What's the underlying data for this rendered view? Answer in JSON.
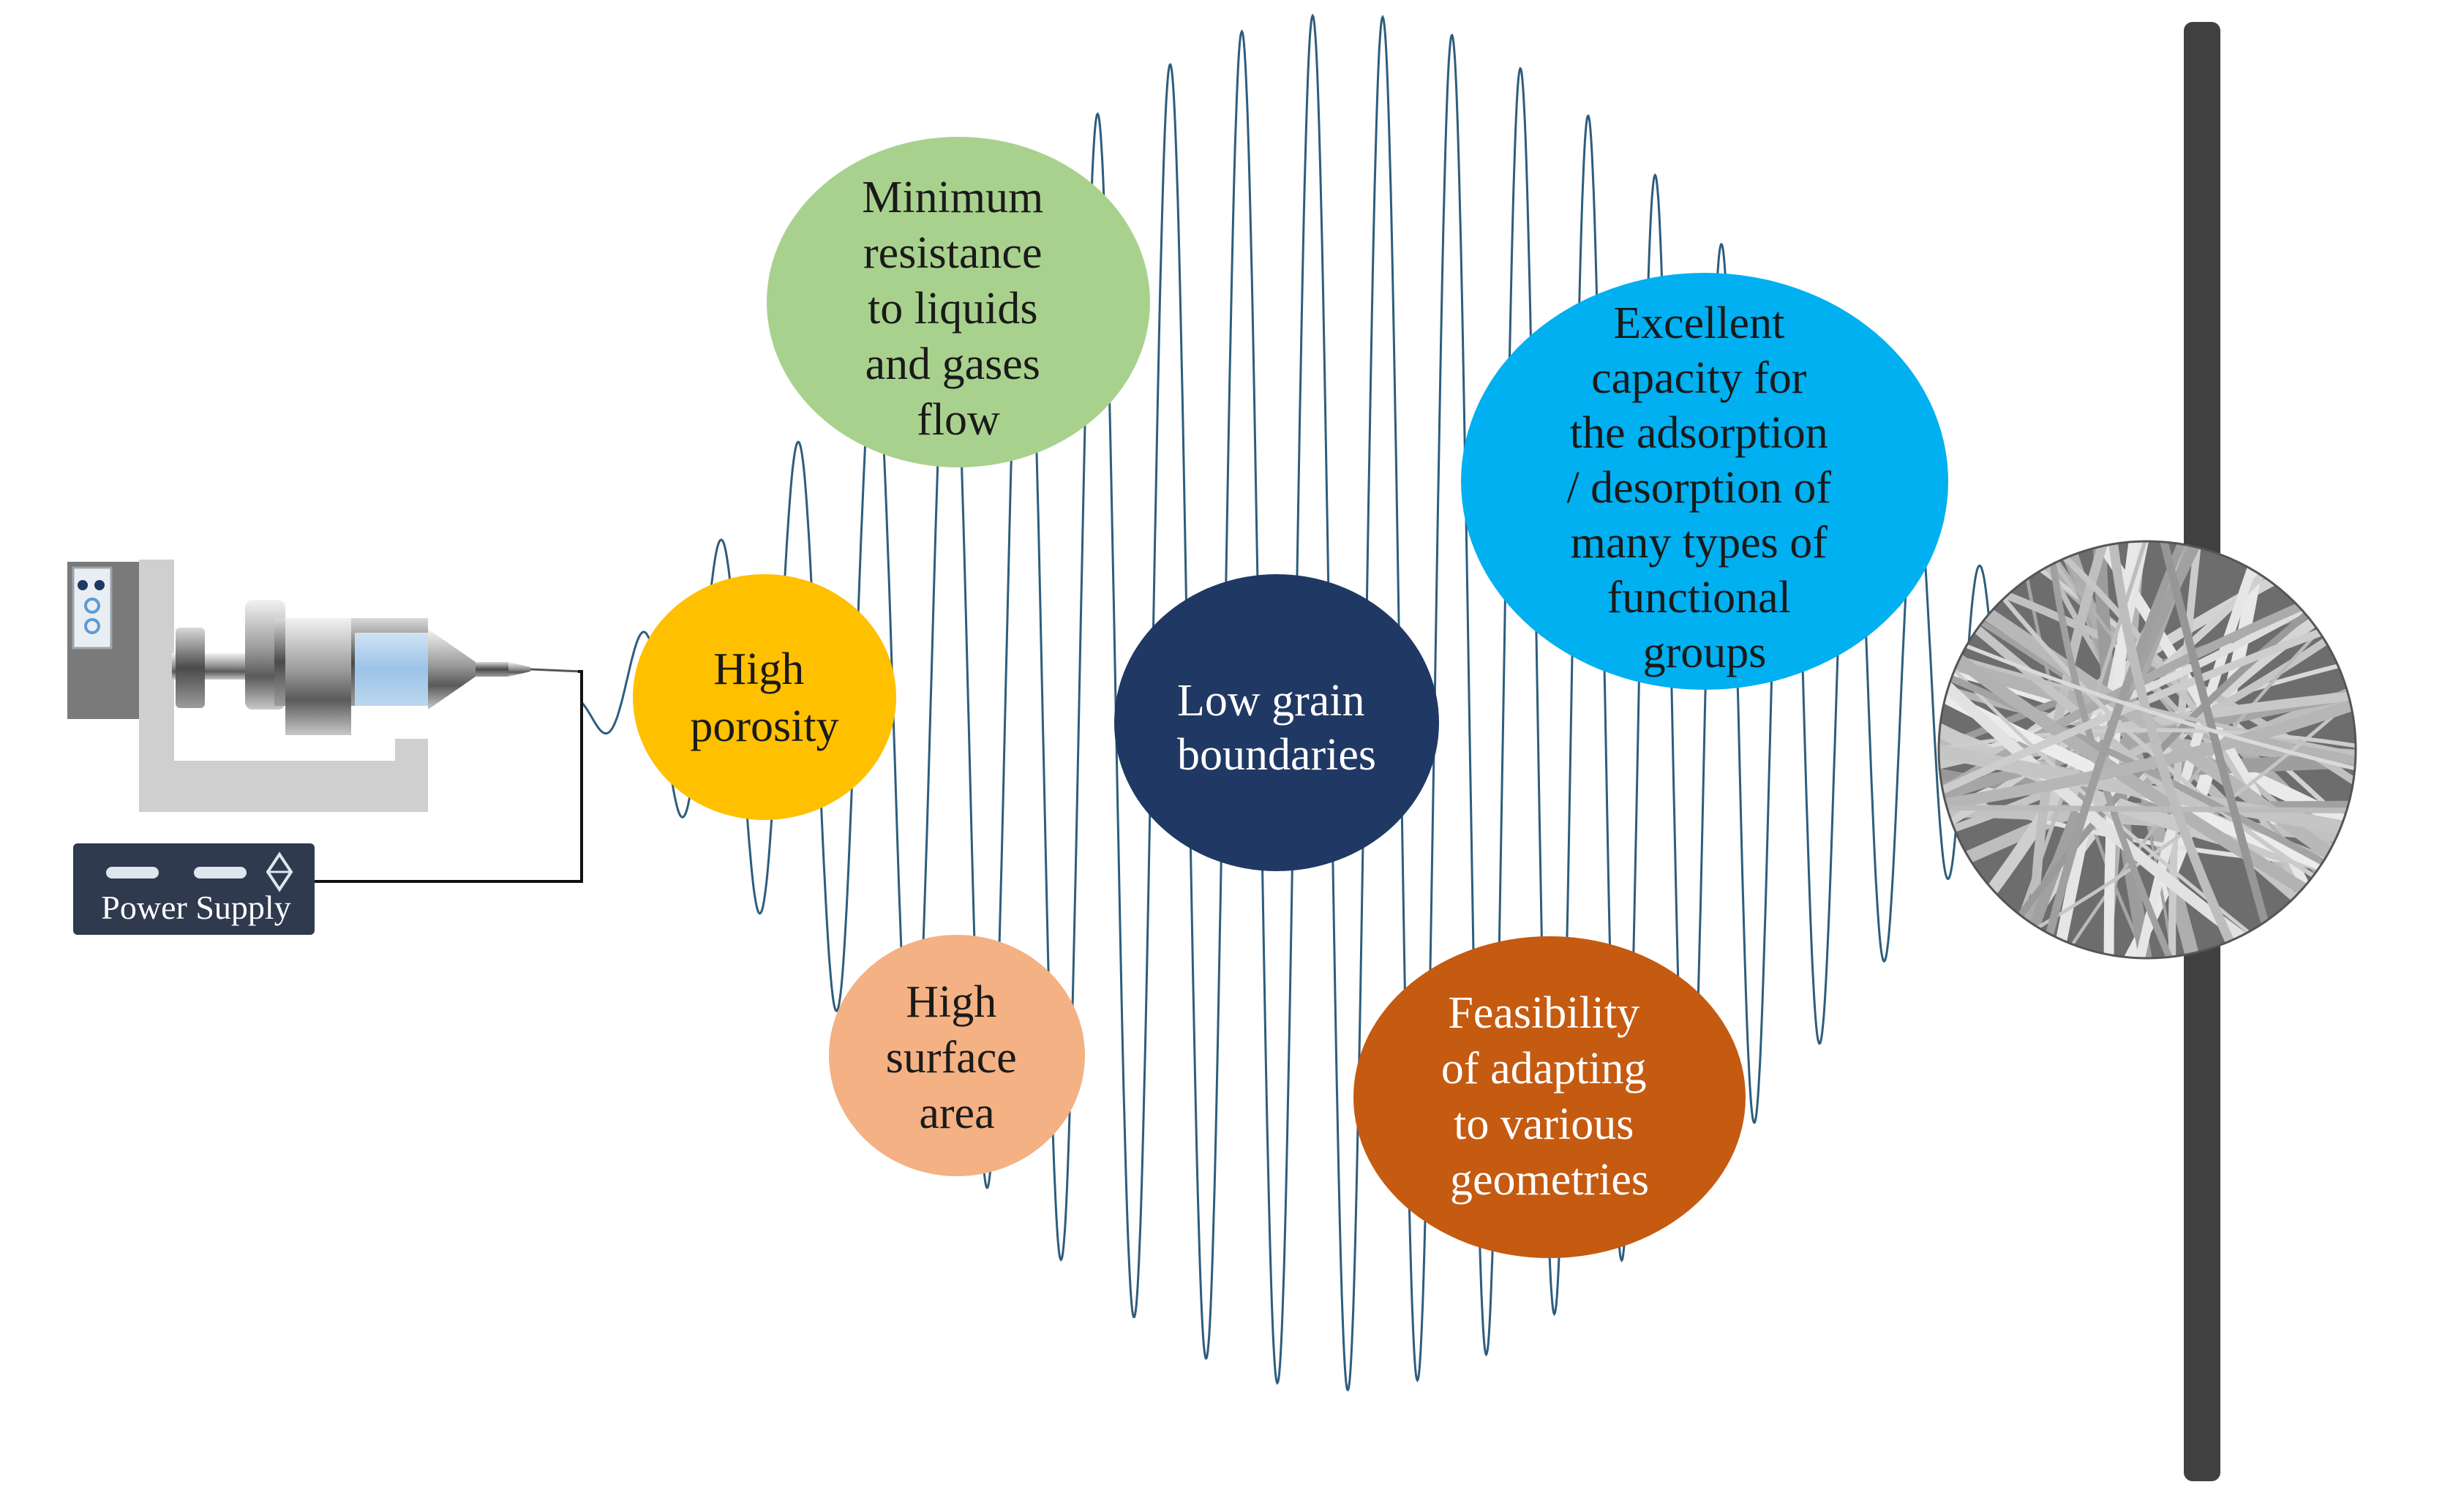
{
  "power_supply": {
    "label": "Power Supply"
  },
  "properties": [
    {
      "id": "minimum-resistance",
      "lines": [
        "Minimum",
        "resistance",
        "to liquids",
        "and gases",
        "flow"
      ],
      "color": "#a9d18e",
      "text_color": "#1a1a1a"
    },
    {
      "id": "high-porosity",
      "lines": [
        "High",
        "porosity"
      ],
      "color": "#ffc000",
      "text_color": "#1a1a1a"
    },
    {
      "id": "high-surface-area",
      "lines": [
        "High",
        "surface",
        "area"
      ],
      "color": "#f4b183",
      "text_color": "#1a1a1a"
    },
    {
      "id": "low-grain-boundaries",
      "lines": [
        "Low grain",
        "boundaries"
      ],
      "color": "#203864",
      "text_color": "#ffffff"
    },
    {
      "id": "excellent-capacity",
      "lines": [
        "Excellent",
        "capacity for",
        "the adsorption",
        "/ desorption of",
        "many types of",
        "functional",
        "groups"
      ],
      "color": "#00b0f0",
      "text_color": "#1a1a1a"
    },
    {
      "id": "feasibility-geometries",
      "lines": [
        "Feasibility",
        "of adapting",
        "to various",
        "geometries"
      ],
      "color": "#c55a11",
      "text_color": "#ffffff"
    }
  ],
  "colors": {
    "fiber_jet": "#2e5d7d",
    "collector": "#404040",
    "power_supply_box": "#2f3a4f",
    "frame": "#cfcfcf",
    "wire": "#111111"
  },
  "icons": [
    "syringe-pump-icon",
    "power-supply-icon",
    "collector-plate-icon",
    "nanofiber-sem-icon"
  ]
}
